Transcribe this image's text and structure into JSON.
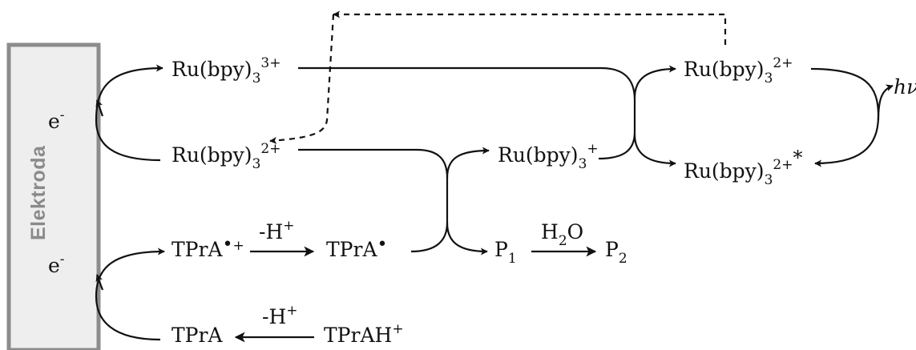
{
  "electrode": {
    "label": "Elektroda",
    "color_fill": "#eeeeee",
    "color_border": "#8c8c8c"
  },
  "electrons": {
    "top": {
      "base": "e",
      "sup": "-"
    },
    "bottom": {
      "base": "e",
      "sup": "-"
    }
  },
  "species": {
    "ru3_left": {
      "base": "Ru(bpy)",
      "sub": "3",
      "sup": "3+"
    },
    "ru2_left": {
      "base": "Ru(bpy)",
      "sub": "3",
      "sup": "2+"
    },
    "ru1_mid": {
      "base": "Ru(bpy)",
      "sub": "3",
      "sup": "+"
    },
    "ru2_right": {
      "base": "Ru(bpy)",
      "sub": "3",
      "sup": "2+"
    },
    "ru2_excited": {
      "base": "Ru(bpy)",
      "sub": "3",
      "sup": "2+",
      "mark": "*"
    },
    "tpra_radical_cation": {
      "base": "TPrA",
      "dot": "•",
      "sup": "+"
    },
    "tpra_radical": {
      "base": "TPrA",
      "dot": "•"
    },
    "p1": {
      "base": "P",
      "sub": "1"
    },
    "p2": {
      "base": "P",
      "sub": "2"
    },
    "tpra": {
      "base": "TPrA"
    },
    "tprah": {
      "base": "TPrAH",
      "sup": "+"
    }
  },
  "arrow_labels": {
    "deprot_top": {
      "base": "-H",
      "sup": "+"
    },
    "water": {
      "base": "H",
      "sub": "2",
      "tail": "O"
    },
    "deprot_bottom": {
      "base": "-H",
      "sup": "+"
    }
  },
  "light": {
    "text": "hν"
  }
}
